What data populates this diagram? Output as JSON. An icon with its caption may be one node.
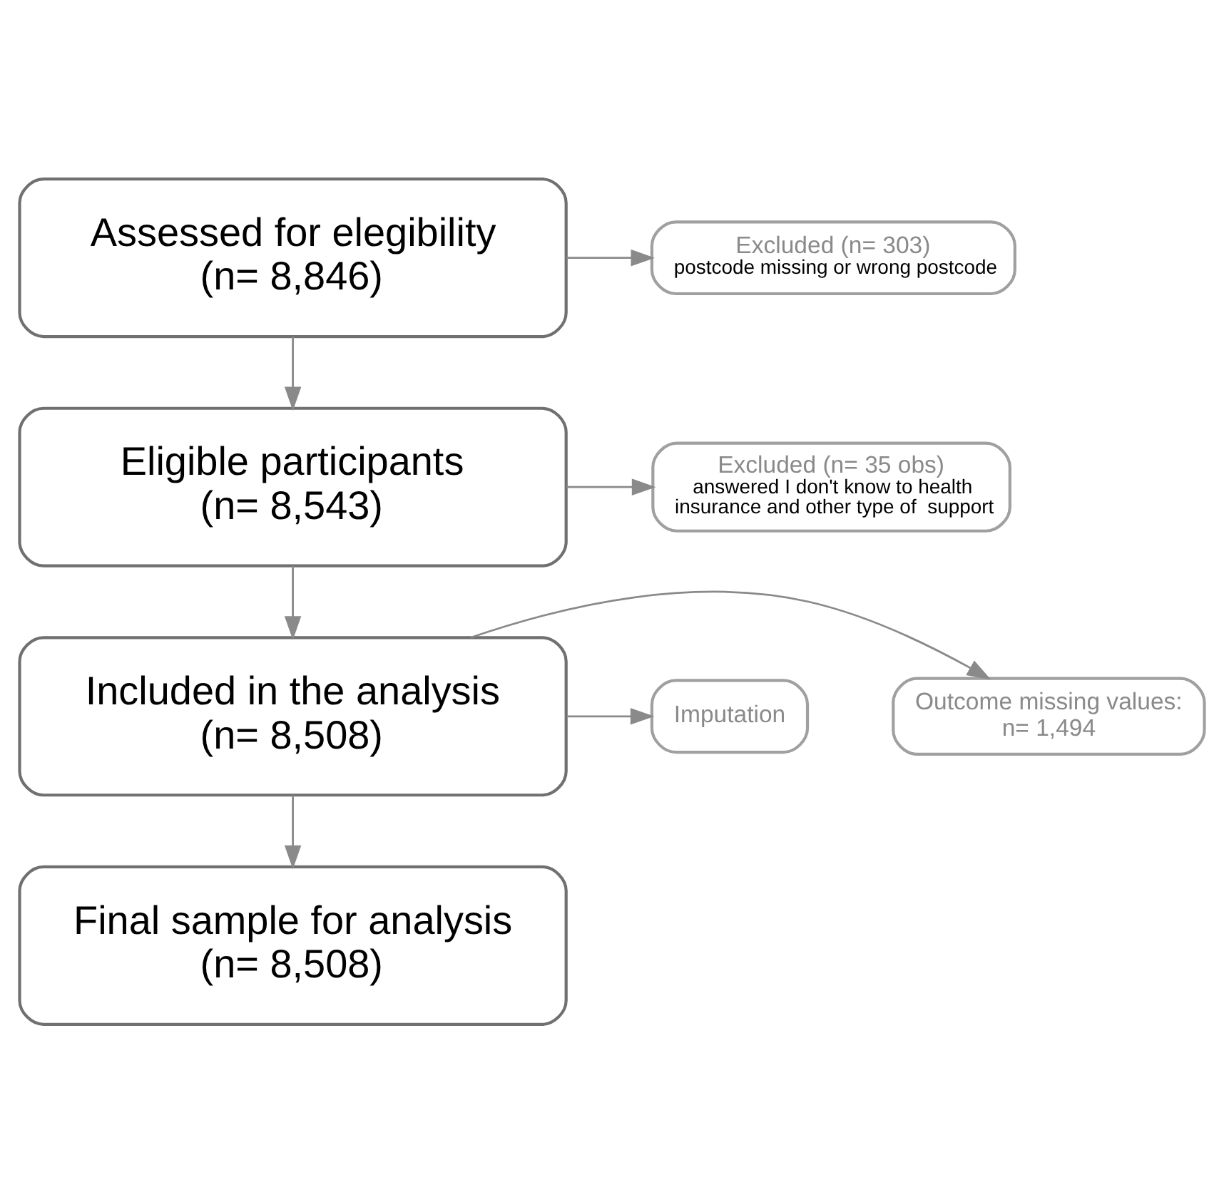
{
  "diagram": {
    "nodes": [
      {
        "text": [
          "Assessed for elegibility (n= 8,846)"
        ]
      },
      {
        "text": [
          "Excluded (n= 303)",
          "postcode missing or wrong postcode"
        ]
      },
      {
        "text": [
          "Eligible participants (n= 8,543)"
        ]
      },
      {
        "text": [
          "Excluded (n= 35 obs)",
          "answered I don't know to health insurance and other type of  support"
        ]
      },
      {
        "text": [
          "Included in the analysis (n= 8,508)"
        ]
      },
      {
        "text": [
          "Outcome missing values: n= 1,494"
        ]
      },
      {
        "text": [
          "Imputation"
        ]
      },
      {
        "text": [
          "Final sample for analysis (n= 8,508)"
        ]
      }
    ],
    "edges": [
      {
        "from": 0,
        "to": 2,
        "arrow": "to"
      },
      {
        "from": 0,
        "to": 1,
        "arrow": "to"
      },
      {
        "from": 2,
        "to": 4,
        "arrow": "to"
      },
      {
        "from": 2,
        "to": 3,
        "arrow": "to"
      },
      {
        "from": 4,
        "to": 5,
        "arrow": "to"
      },
      {
        "from": 4,
        "to": 7,
        "arrow": "to"
      },
      {
        "from": 4,
        "to": 6,
        "arrow": "to"
      }
    ]
  }
}
